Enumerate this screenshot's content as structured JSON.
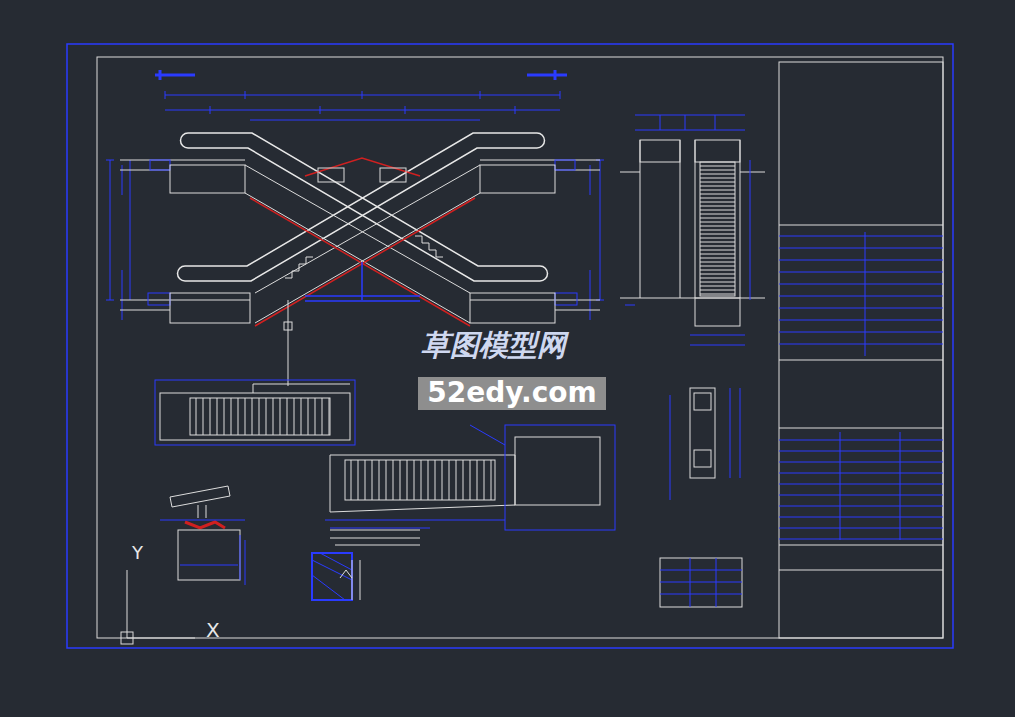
{
  "diagram": {
    "nodes": [
      {
        "text": [
          "52edy.com"
        ]
      }
    ],
    "labels": [
      "草图模型网",
      "Y",
      "X"
    ]
  }
}
